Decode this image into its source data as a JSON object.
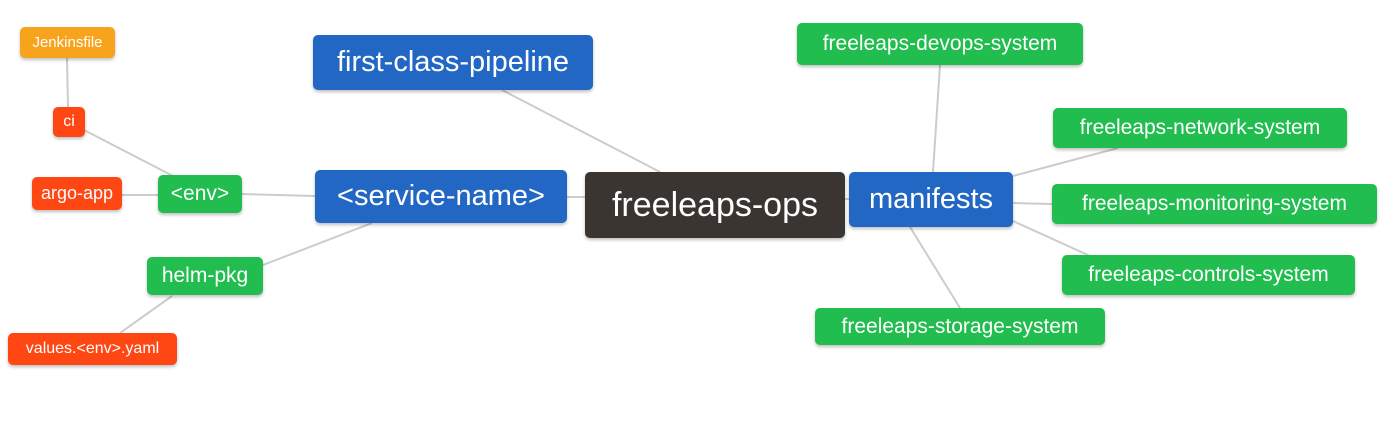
{
  "colors": {
    "blue": "#2367c4",
    "green": "#21bd4f",
    "orange": "#f7a41c",
    "red_orange": "#ff4714",
    "dark": "#3a3531",
    "edge": "#cccccc",
    "node_text": "#ffffff",
    "background": "#ffffff"
  },
  "nodes": {
    "root": {
      "label": "freeleaps-ops"
    },
    "first_class_pipeline": {
      "label": "first-class-pipeline"
    },
    "service_name": {
      "label": "<service-name>"
    },
    "env": {
      "label": "<env>"
    },
    "ci": {
      "label": "ci"
    },
    "jenkinsfile": {
      "label": "Jenkinsfile"
    },
    "argo_app": {
      "label": "argo-app"
    },
    "helm_pkg": {
      "label": "helm-pkg"
    },
    "values_yaml": {
      "label": "values.<env>.yaml"
    },
    "manifests": {
      "label": "manifests"
    },
    "devops_system": {
      "label": "freeleaps-devops-system"
    },
    "network_system": {
      "label": "freeleaps-network-system"
    },
    "monitoring_system": {
      "label": "freeleaps-monitoring-system"
    },
    "controls_system": {
      "label": "freeleaps-controls-system"
    },
    "storage_system": {
      "label": "freeleaps-storage-system"
    }
  }
}
